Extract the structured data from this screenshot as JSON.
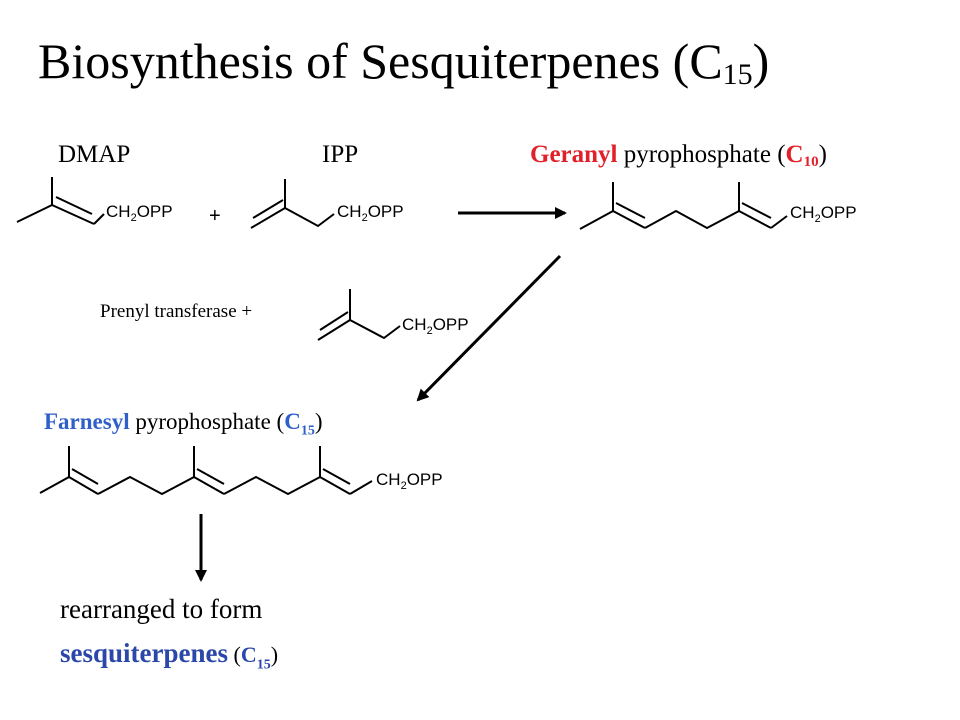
{
  "title": {
    "main": "Biosynthesis of Sesquiterpenes (C",
    "sub": "15",
    "close": ")"
  },
  "labels": {
    "dmap": "DMAP",
    "ipp": "IPP",
    "plus": "+",
    "geranyl": {
      "name": "Geranyl",
      "rest": " pyrophosphate (",
      "c": "C",
      "sub": "10",
      "close": ")"
    },
    "prenyl": "Prenyl transferase  +",
    "farnesyl": {
      "name": "Farnesyl",
      "rest": " pyrophosphate (",
      "c": "C",
      "sub": "15",
      "close": ")"
    },
    "rearranged": "rearranged to form",
    "sesq": {
      "name": "sesquiterpenes",
      "open": " (",
      "c": "C",
      "sub": "15",
      "close": ")"
    }
  },
  "groups": {
    "ch": "CH",
    "sub": "2",
    "opp": "OPP"
  },
  "colors": {
    "geranyl": "#e1202a",
    "farnesyl": "#2f5fc8",
    "sesquiterpenes": "#2b47a9"
  }
}
